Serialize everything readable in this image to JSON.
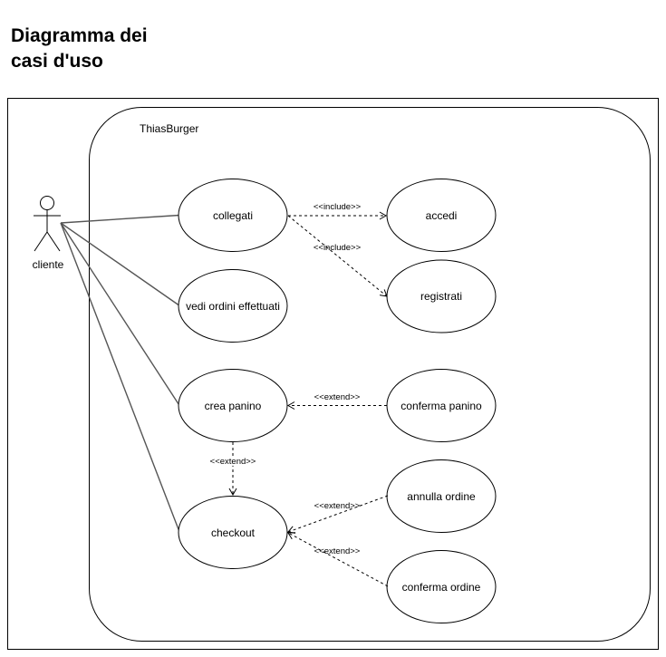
{
  "title": {
    "line1": "Diagramma dei",
    "line2": "casi d'uso"
  },
  "system": {
    "name": "ThiasBurger"
  },
  "actor": {
    "name": "cliente"
  },
  "use_cases": {
    "collegati": "collegati",
    "accedi": "accedi",
    "registrati": "registrati",
    "vedi_ordini": "vedi ordini effettuati",
    "crea_panino": "crea panino",
    "conferma_panino": "conferma panino",
    "checkout": "checkout",
    "annulla_ordine": "annulla ordine",
    "conferma_ordine": "conferma ordine"
  },
  "relations": {
    "include_accedi": "<<include>>",
    "include_registrati": "<<include>>",
    "extend_conferma_panino": "<<extend>>",
    "extend_checkout": "<<extend>>",
    "extend_annulla_ordine": "<<extend>>",
    "extend_conferma_ordine": "<<extend>>"
  }
}
